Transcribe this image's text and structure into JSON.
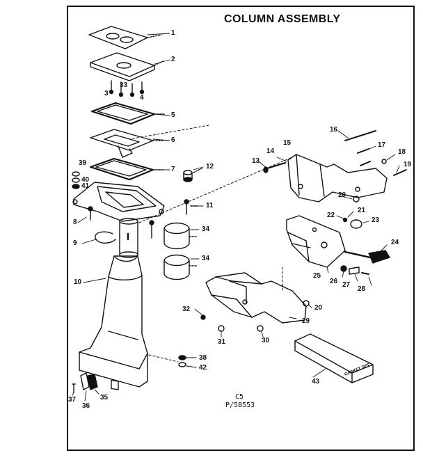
{
  "diagram": {
    "title": "COLUMN ASSEMBLY",
    "footer_code": "C5",
    "footer_part": "P/58553",
    "kit_label": "GASKET SET",
    "callouts": [
      "1",
      "2",
      "3",
      "33",
      "4",
      "5",
      "6",
      "39",
      "40",
      "41",
      "7",
      "12",
      "8",
      "11",
      "9",
      "34",
      "34",
      "10",
      "13",
      "14",
      "15",
      "16",
      "17",
      "18",
      "19",
      "20",
      "21",
      "22",
      "23",
      "24",
      "25",
      "26",
      "27",
      "28",
      "32",
      "20",
      "29",
      "31",
      "30",
      "38",
      "42",
      "37",
      "36",
      "35",
      "43"
    ]
  }
}
